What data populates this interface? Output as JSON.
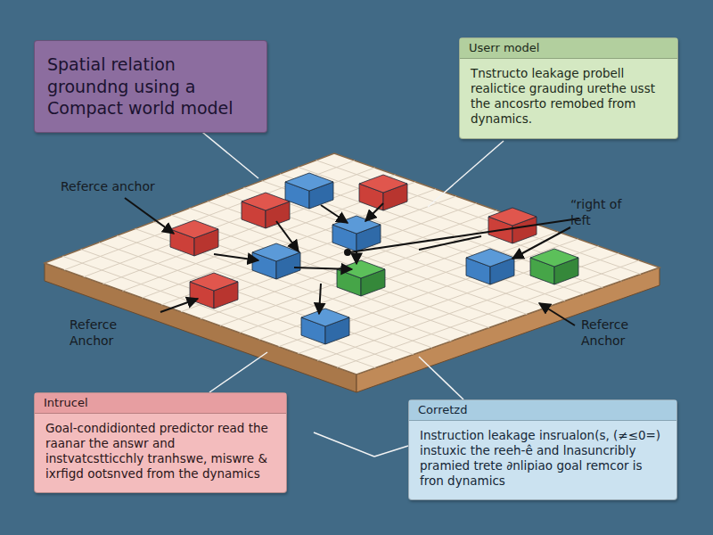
{
  "diagram": {
    "title": "Spatial relation groundng using a Compact world model",
    "nodes": [
      {
        "text": [
          "Spatial relation groundng using a Compact world model"
        ]
      },
      {
        "text": [
          "Userr model",
          "Tnstructo leakage probell realictice grauding urethe usst the ancosrto remobed from dynamics."
        ]
      },
      {
        "text": [
          "Intrucel",
          "Goal-condidionted predictor read the raanar the answr and instvatcstticchly tranhswe, miswre & ixrfigd ootsnved from the dynamics"
        ]
      },
      {
        "text": [
          "Corretzd",
          "Instruction leakage insrualon(s, (≠≤0=) instuxic the reeh-ê and lnasuncribly pramied trete ∂nlipiao goal remcor is fron dynamics"
        ]
      }
    ],
    "labels": [
      "Referce anchor",
      "“right of left",
      "Referce Anchor",
      "Referce Anchor"
    ]
  }
}
